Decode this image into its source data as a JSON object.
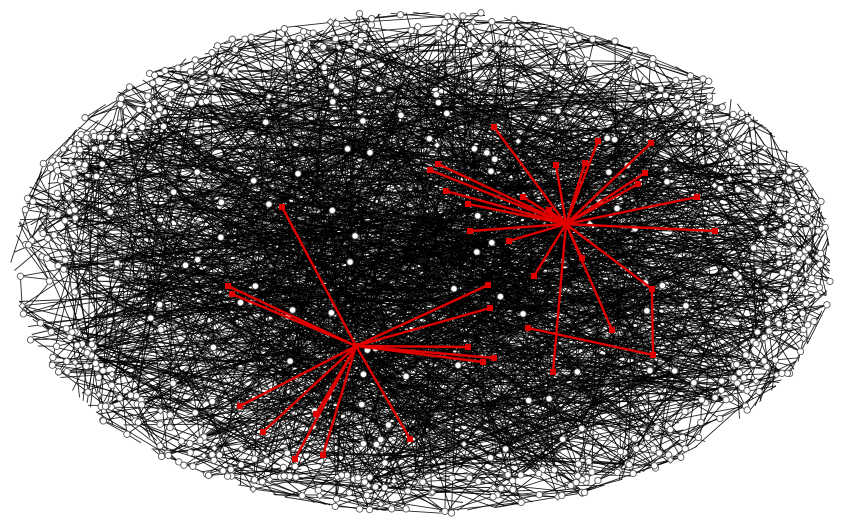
{
  "diagram": {
    "type": "network-graph",
    "background_color": "#ffffff",
    "colors": {
      "edge": "#000000",
      "node_stroke": "#555555",
      "node_fill": "#ffffff",
      "highlight": "#e00000"
    },
    "node_shapes": [
      "circle",
      "diamond"
    ],
    "highlighted_hubs": [
      {
        "hub": [
          356,
          346
        ],
        "leaves": [
          [
            282,
            207
          ],
          [
            228,
            286
          ],
          [
            232,
            294
          ],
          [
            488,
            285
          ],
          [
            490,
            308
          ],
          [
            468,
            347
          ],
          [
            483,
            362
          ],
          [
            494,
            358
          ],
          [
            240,
            406
          ],
          [
            263,
            432
          ],
          [
            295,
            459
          ],
          [
            323,
            455
          ],
          [
            410,
            439
          ],
          [
            316,
            414
          ]
        ]
      },
      {
        "hub": [
          566,
          224
        ],
        "leaves": [
          [
            494,
            127
          ],
          [
            438,
            164
          ],
          [
            430,
            170
          ],
          [
            446,
            191
          ],
          [
            468,
            204
          ],
          [
            470,
            231
          ],
          [
            509,
            241
          ],
          [
            534,
            276
          ],
          [
            556,
            165
          ],
          [
            585,
            163
          ],
          [
            598,
            141
          ],
          [
            651,
            143
          ],
          [
            645,
            173
          ],
          [
            638,
            184
          ],
          [
            697,
            197
          ],
          [
            715,
            231
          ],
          [
            612,
            330
          ],
          [
            553,
            372
          ],
          [
            652,
            289
          ],
          [
            582,
            258
          ],
          [
            549,
            210
          ],
          [
            523,
            197
          ]
        ]
      },
      {
        "hub": [
          653,
          355
        ],
        "leaves": [
          [
            528,
            328
          ],
          [
            652,
            289
          ]
        ]
      }
    ]
  }
}
